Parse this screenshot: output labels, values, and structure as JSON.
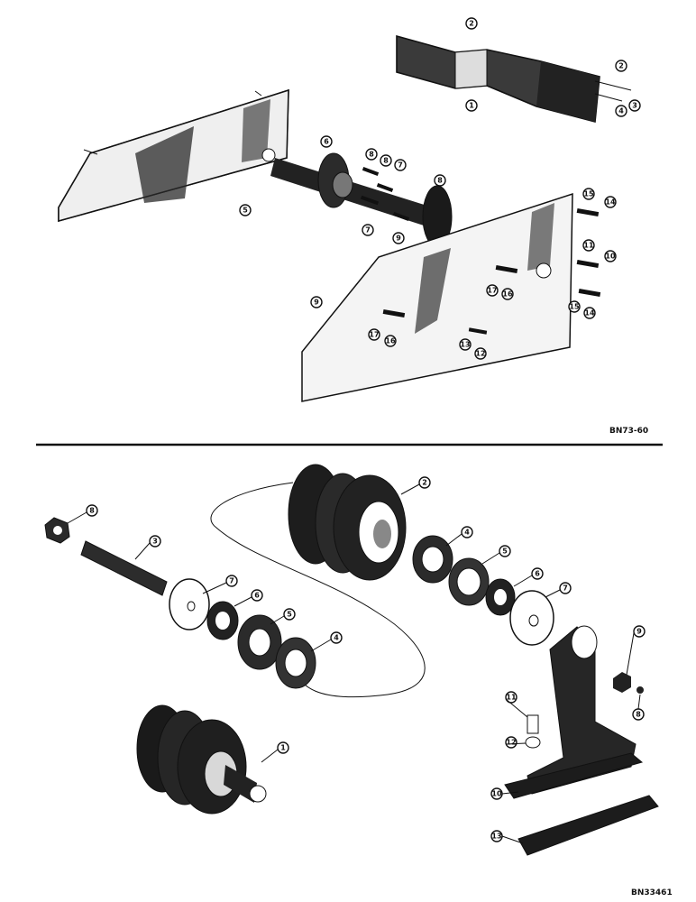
{
  "top_figure": {
    "reference_code": "BN73-60",
    "callouts": [
      "1",
      "2",
      "2",
      "3",
      "4",
      "5",
      "6",
      "7",
      "7",
      "8",
      "8",
      "8",
      "9",
      "9",
      "10",
      "11",
      "12",
      "13",
      "14",
      "14",
      "15",
      "15",
      "16",
      "16",
      "17",
      "17"
    ]
  },
  "bottom_figure": {
    "reference_code": "BN33461",
    "callouts": [
      "1",
      "2",
      "3",
      "4",
      "4",
      "5",
      "5",
      "6",
      "6",
      "7",
      "7",
      "8",
      "8",
      "9",
      "10",
      "11",
      "12",
      "13"
    ]
  },
  "colors": {
    "ink": "#111111",
    "paper": "#ffffff"
  }
}
